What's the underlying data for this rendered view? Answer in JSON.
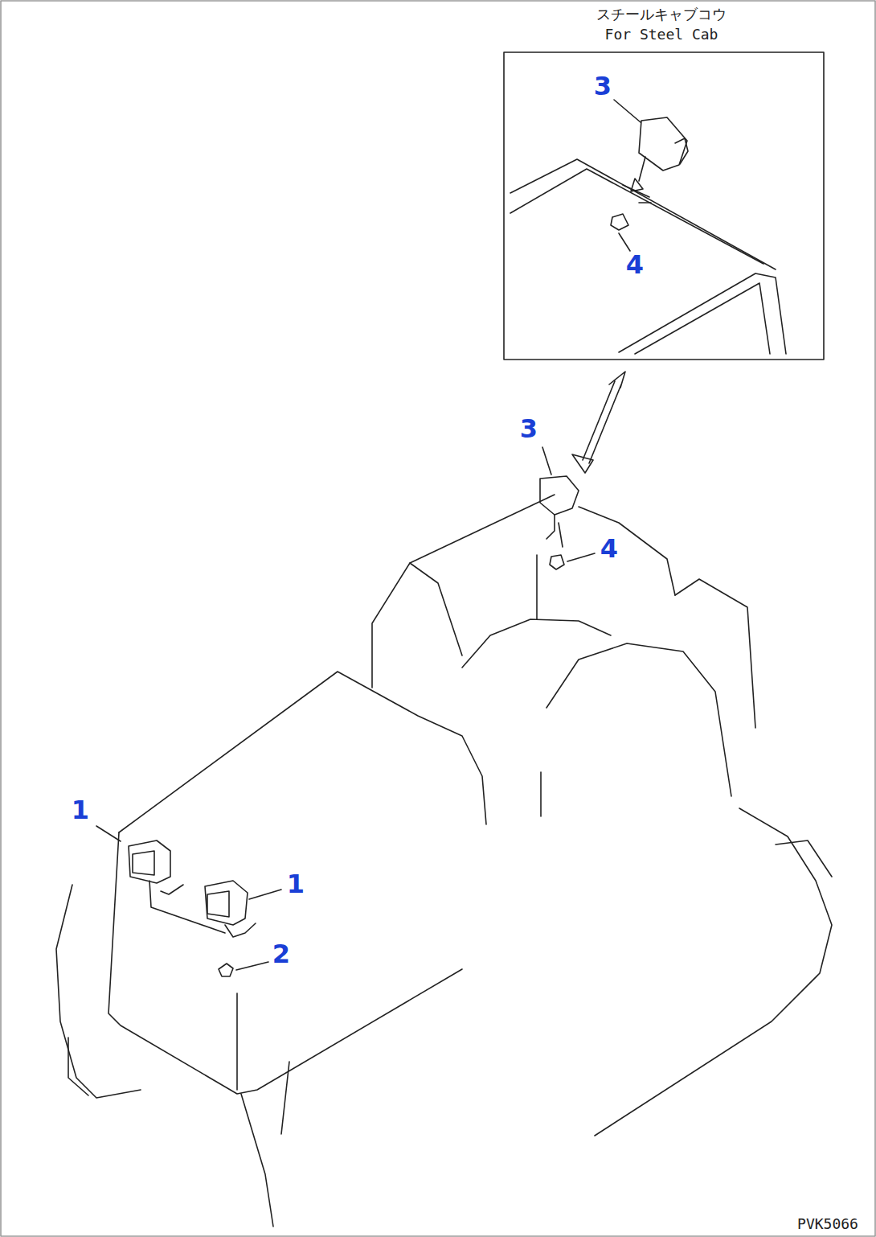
{
  "diagram": {
    "labels": [
      "スチールキャブコウ",
      "For Steel Cab",
      "3",
      "4",
      "3",
      "4",
      "1",
      "1",
      "2",
      "PVK5066"
    ]
  }
}
